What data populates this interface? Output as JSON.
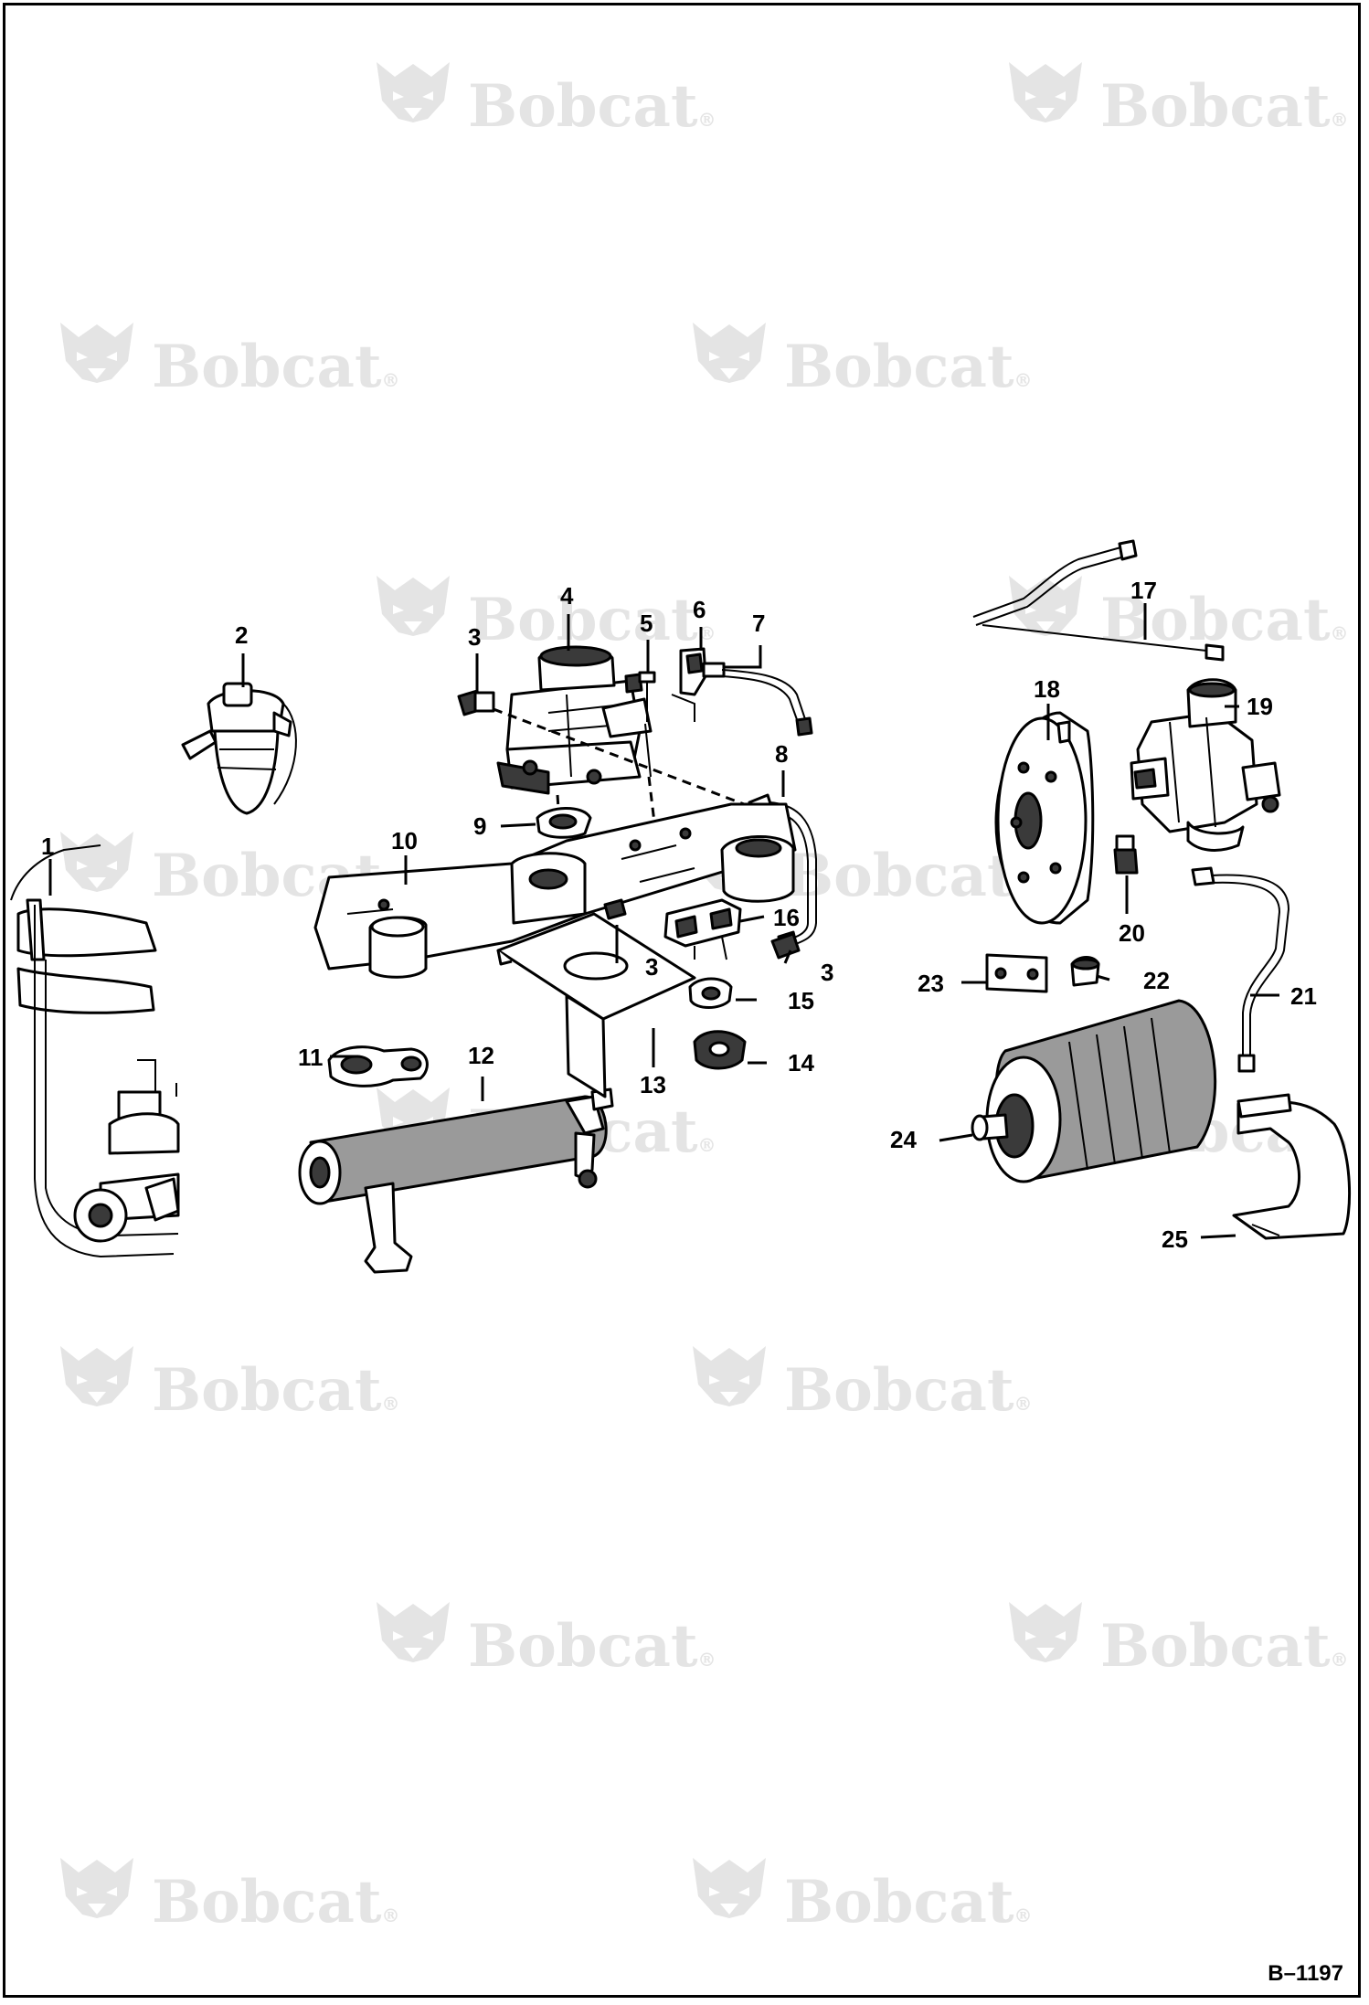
{
  "watermark": {
    "text": "Bobcat",
    "mark": "®",
    "logo": "bobcat-head-logo",
    "color": "#e4e4e4"
  },
  "callouts": {
    "c1": "1",
    "c2": "2",
    "c3a": "3",
    "c3b": "3",
    "c3c": "3",
    "c4": "4",
    "c5": "5",
    "c6": "6",
    "c7": "7",
    "c8": "8",
    "c9": "9",
    "c10": "10",
    "c11": "11",
    "c12": "12",
    "c13": "13",
    "c14": "14",
    "c15": "15",
    "c16": "16",
    "c17": "17",
    "c18": "18",
    "c19": "19",
    "c20": "20",
    "c21": "21",
    "c22": "22",
    "c23": "23",
    "c24": "24",
    "c25": "25"
  },
  "figure_code": "B–1197"
}
